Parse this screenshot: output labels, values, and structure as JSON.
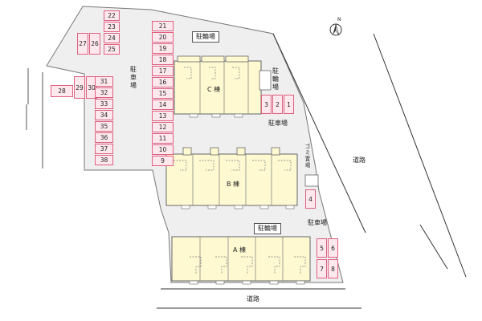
{
  "map": {
    "colors": {
      "lot": "#efefef",
      "lot_edge": "#777777",
      "building": "#fff9d2",
      "parking_fill": "#fde8ee",
      "parking_edge": "#e06080",
      "road_line": "#333333"
    },
    "compass_label": "N",
    "labels": {
      "bike_top": "駐輪場",
      "bike_bottom": "駐輪場",
      "parking_left": "駐車場",
      "parking_right_top": "駐車場",
      "parking_right_bottom": "駐車場",
      "bike_small": "駐輪場",
      "garbage": "ゴミ置場",
      "road_east": "道路",
      "road_south": "道路"
    },
    "buildings": {
      "c": "C 棟",
      "b": "B 棟",
      "a": "A 棟"
    },
    "parking_spaces": {
      "top_pair": [
        "22",
        "23",
        "24",
        "25"
      ],
      "small_pair": [
        "27",
        "26"
      ],
      "west_row": [
        "28",
        "29",
        "30"
      ],
      "col_31_38": [
        "31",
        "32",
        "33",
        "34",
        "35",
        "36",
        "37",
        "38"
      ],
      "col_21_9": [
        "21",
        "20",
        "19",
        "18",
        "17",
        "16",
        "15",
        "14",
        "13",
        "12",
        "11",
        "10",
        "9"
      ],
      "near_c": [
        "3",
        "2",
        "1"
      ],
      "single": [
        "4"
      ],
      "south_east_top": [
        "5",
        "6"
      ],
      "south_east_bottom": [
        "7",
        "8"
      ]
    }
  }
}
